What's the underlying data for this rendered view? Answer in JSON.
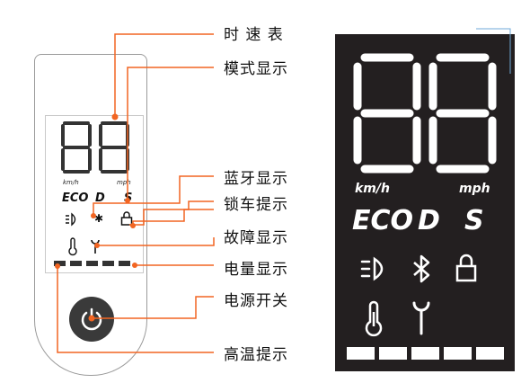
{
  "labels": {
    "speedometer": "时 速 表",
    "mode": "模式显示",
    "bluetooth": "蓝牙显示",
    "lock": "锁车提示",
    "fault": "故障显示",
    "battery": "电量显示",
    "power": "电源开关",
    "high_temp": "高温提示"
  },
  "display": {
    "speed_digits": "88",
    "unit_kmh": "km/h",
    "unit_mph": "mph",
    "mode_eco": "ECO",
    "mode_d": "D",
    "mode_s": "S",
    "battery_segments": 5
  },
  "icons": [
    "headlight-icon",
    "bluetooth-icon",
    "lock-icon",
    "thermometer-icon",
    "wrench-icon",
    "power-icon"
  ],
  "colors": {
    "leader": "#f26522",
    "display_bg": "#231f20",
    "segment": "#ffffff",
    "power_button": "#3a3a3a"
  }
}
